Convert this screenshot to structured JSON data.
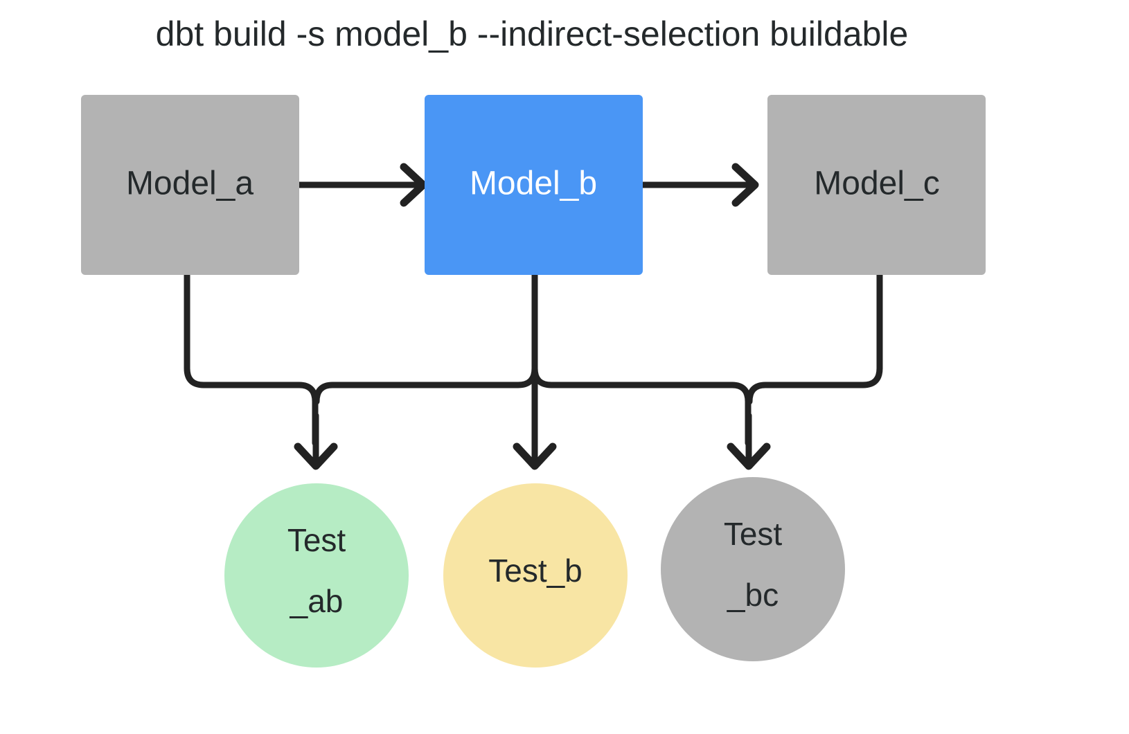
{
  "title": "dbt build -s model_b --indirect-selection buildable",
  "colors": {
    "background": "#ffffff",
    "gray_node": "#b3b3b3",
    "blue_node": "#4a96f5",
    "green_node": "#b6ecc4",
    "yellow_node": "#f8e5a4",
    "edge": "#222222",
    "dark_text": "#24292b",
    "light_text": "#ffffff"
  },
  "models": [
    {
      "id": "model_a",
      "label": "Model_a",
      "fill": "#b3b3b3",
      "text_color": "#24292b",
      "selected": false
    },
    {
      "id": "model_b",
      "label": "Model_b",
      "fill": "#4a96f5",
      "text_color": "#ffffff",
      "selected": true
    },
    {
      "id": "model_c",
      "label": "Model_c",
      "fill": "#b3b3b3",
      "text_color": "#24292b",
      "selected": false
    }
  ],
  "tests": [
    {
      "id": "test_ab",
      "label_line1": "Test",
      "label_line2": "_ab",
      "fill": "#b6ecc4",
      "text_color": "#24292b",
      "status": "will-run"
    },
    {
      "id": "test_b",
      "label_line1": "Test_b",
      "label_line2": "",
      "fill": "#f8e5a4",
      "text_color": "#24292b",
      "status": "warn"
    },
    {
      "id": "test_bc",
      "label_line1": "Test",
      "label_line2": "_bc",
      "fill": "#b3b3b3",
      "text_color": "#24292b",
      "status": "skipped"
    }
  ],
  "edges": [
    {
      "id": "a-to-b",
      "from": "model_a",
      "to": "model_b"
    },
    {
      "id": "b-to-c",
      "from": "model_b",
      "to": "model_c"
    },
    {
      "id": "a-to-test-ab",
      "from": "model_a",
      "to": "test_ab"
    },
    {
      "id": "b-to-test-ab",
      "from": "model_b",
      "to": "test_ab"
    },
    {
      "id": "b-to-test-b",
      "from": "model_b",
      "to": "test_b"
    },
    {
      "id": "b-to-test-bc",
      "from": "model_b",
      "to": "test_bc"
    },
    {
      "id": "c-to-test-bc",
      "from": "model_c",
      "to": "test_bc"
    }
  ]
}
